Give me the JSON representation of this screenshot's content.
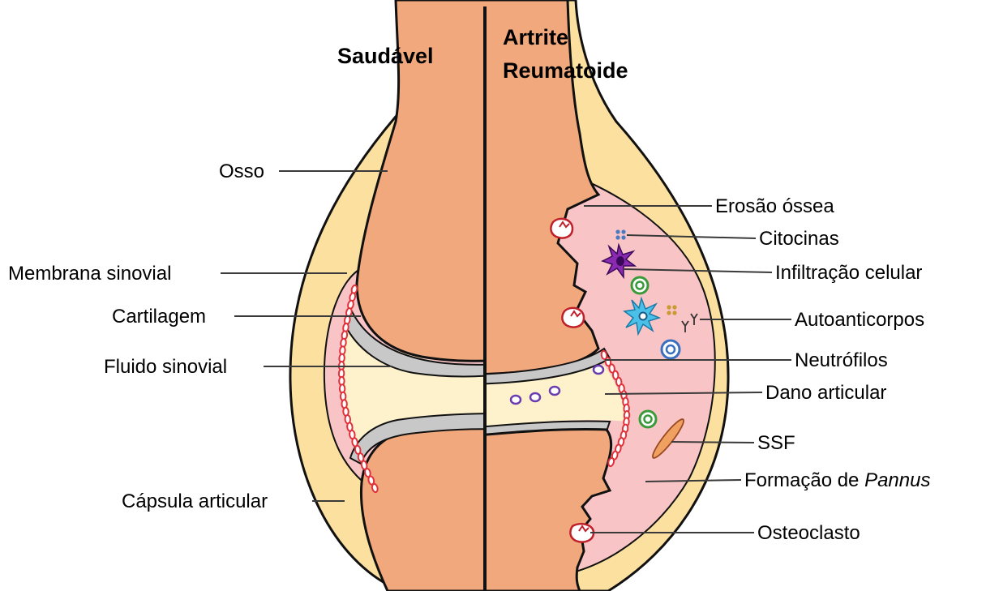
{
  "headers": {
    "healthy": "Saudável",
    "ra_line1": "Artrite",
    "ra_line2": "Reumatoide"
  },
  "labels_left": {
    "bone": "Osso",
    "synovial_membrane": "Membrana sinovial",
    "cartilage": "Cartilagem",
    "synovial_fluid": "Fluido sinovial",
    "joint_capsule": "Cápsula articular"
  },
  "labels_right": {
    "bone_erosion": "Erosão óssea",
    "cytokines": "Citocinas",
    "cell_infiltration": "Infiltração celular",
    "autoantibodies": "Autoanticorpos",
    "neutrophils": "Neutrófilos",
    "joint_damage": "Dano articular",
    "ssf": "SSF",
    "pannus_prefix": "Formação de ",
    "pannus_italic": "Pannus",
    "osteoclast": "Osteoclasto"
  },
  "colors": {
    "bone": "#f0a87c",
    "capsule": "#fbe0a0",
    "synovium": "#f8c4c6",
    "cartilage": "#c8c8c8",
    "fluid": "#fdf2cc",
    "outline": "#111111",
    "membrane_cells": "#e0303a",
    "neutrophil": "#6a3cb0",
    "cytokine": "#4a7ac0",
    "infiltrate_green": "#3a9a3a",
    "infiltrate_purple": "#8a2ab0",
    "infiltrate_cyan": "#3ab8e0",
    "autoantibody": "#333333",
    "autoantibody_dots": "#c89a30",
    "ssf": "#f0a060"
  }
}
